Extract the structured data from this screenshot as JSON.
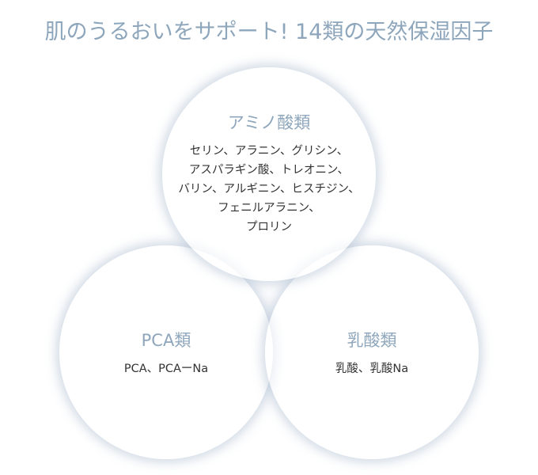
{
  "title": "肌のうるおいをサポート! 14類の天然保湿因子",
  "groups": [
    {
      "name": "アミノ酸類",
      "lines": [
        "セリン、アラニン、グリシン、",
        "アスパラギン酸、トレオニン、",
        "バリン、アルギニン、ヒスチジン、",
        "フェニルアラニン、",
        "プロリン"
      ]
    },
    {
      "name": "PCA類",
      "lines": [
        "PCA、PCAーNa"
      ]
    },
    {
      "name": "乳酸類",
      "lines": [
        "乳酸、乳酸Na"
      ]
    }
  ]
}
